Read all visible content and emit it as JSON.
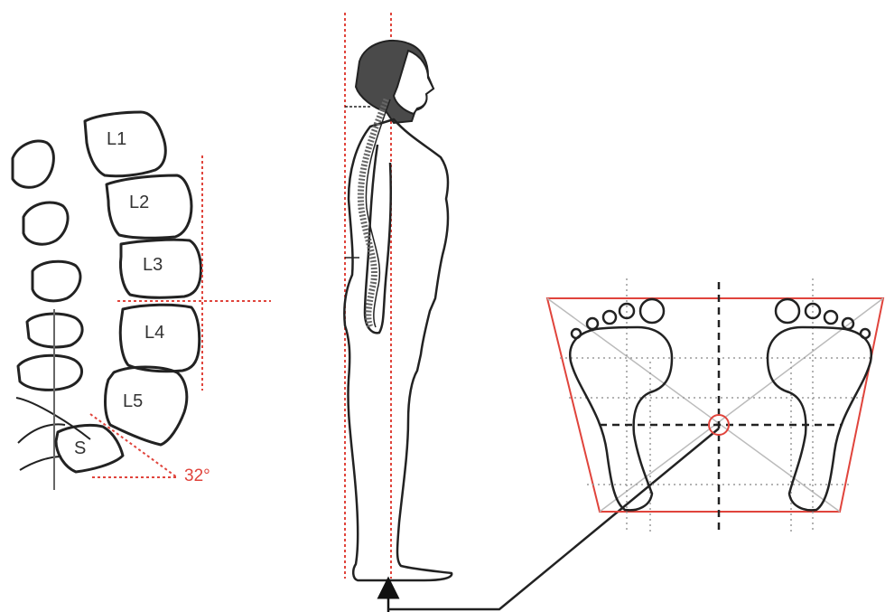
{
  "colors": {
    "red_guide": "#e0443c",
    "outline": "#222222",
    "head_fill": "#4a4a4a",
    "gray_guide": "#9a9a9a"
  },
  "spine_panel": {
    "vertebrae": [
      "L1",
      "L2",
      "L3",
      "L4",
      "L5"
    ],
    "sacrum_label": "S",
    "sacral_angle": "32°"
  }
}
